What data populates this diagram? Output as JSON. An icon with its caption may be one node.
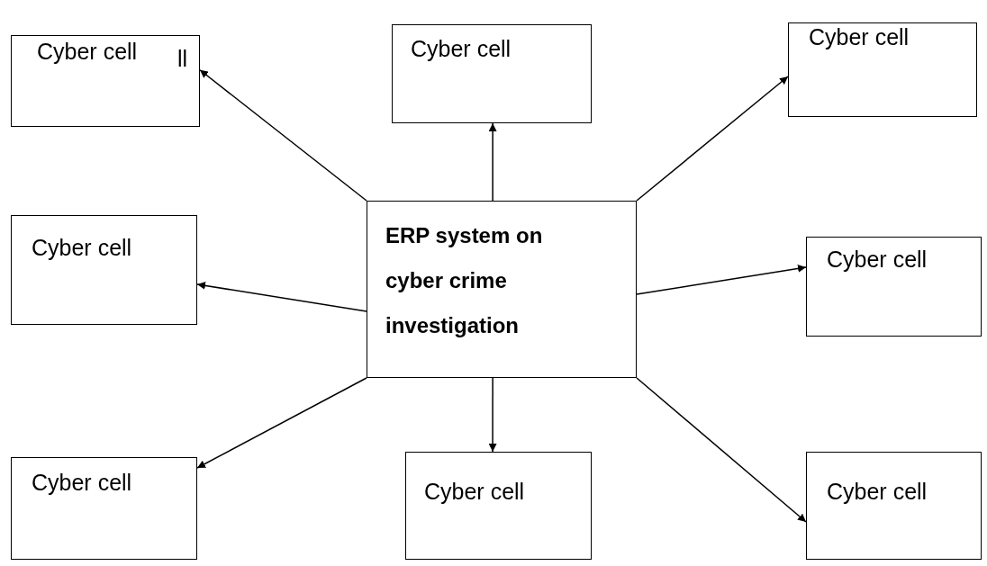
{
  "diagram": {
    "nodes": [
      {
        "text": [
          "ERP system on cyber crime investigation"
        ]
      },
      {
        "text": [
          "Cyber cell"
        ]
      },
      {
        "text": [
          "Cyber cell"
        ]
      },
      {
        "text": [
          "Cyber cell"
        ]
      },
      {
        "text": [
          "Cyber cell"
        ]
      },
      {
        "text": [
          "Cyber cell"
        ]
      },
      {
        "text": [
          "Cyber cell"
        ]
      },
      {
        "text": [
          "Cyber cell"
        ]
      },
      {
        "text": [
          "Cyber cell"
        ]
      }
    ],
    "edges": [
      {
        "from": 0,
        "to": 1,
        "arrow": "to"
      },
      {
        "from": 0,
        "to": 2,
        "arrow": "to"
      },
      {
        "from": 0,
        "to": 3,
        "arrow": "to"
      },
      {
        "from": 0,
        "to": 4,
        "arrow": "to"
      },
      {
        "from": 0,
        "to": 5,
        "arrow": "to"
      },
      {
        "from": 0,
        "to": 6,
        "arrow": "to"
      },
      {
        "from": 0,
        "to": 7,
        "arrow": "to"
      },
      {
        "from": 0,
        "to": 8,
        "arrow": "to"
      }
    ],
    "labels": [
      "ll"
    ]
  }
}
